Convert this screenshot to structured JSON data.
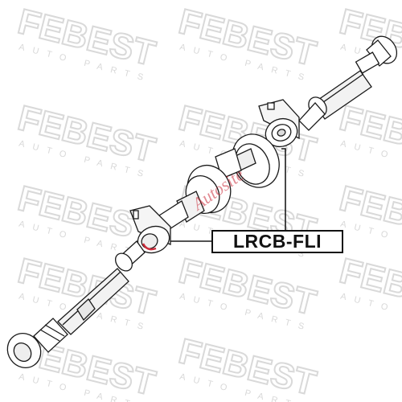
{
  "watermark": {
    "brand": "FEBEST",
    "tagline": "AUTO PARTS",
    "color": "#d9d9d9"
  },
  "diagram": {
    "part_number": "LRCB-FLI",
    "overlay_text": "Autosite"
  },
  "colors": {
    "line": "#1a1a1a",
    "highlight": "#cc2b3a",
    "fill": "#ffffff",
    "shade": "#e6e6e6"
  }
}
